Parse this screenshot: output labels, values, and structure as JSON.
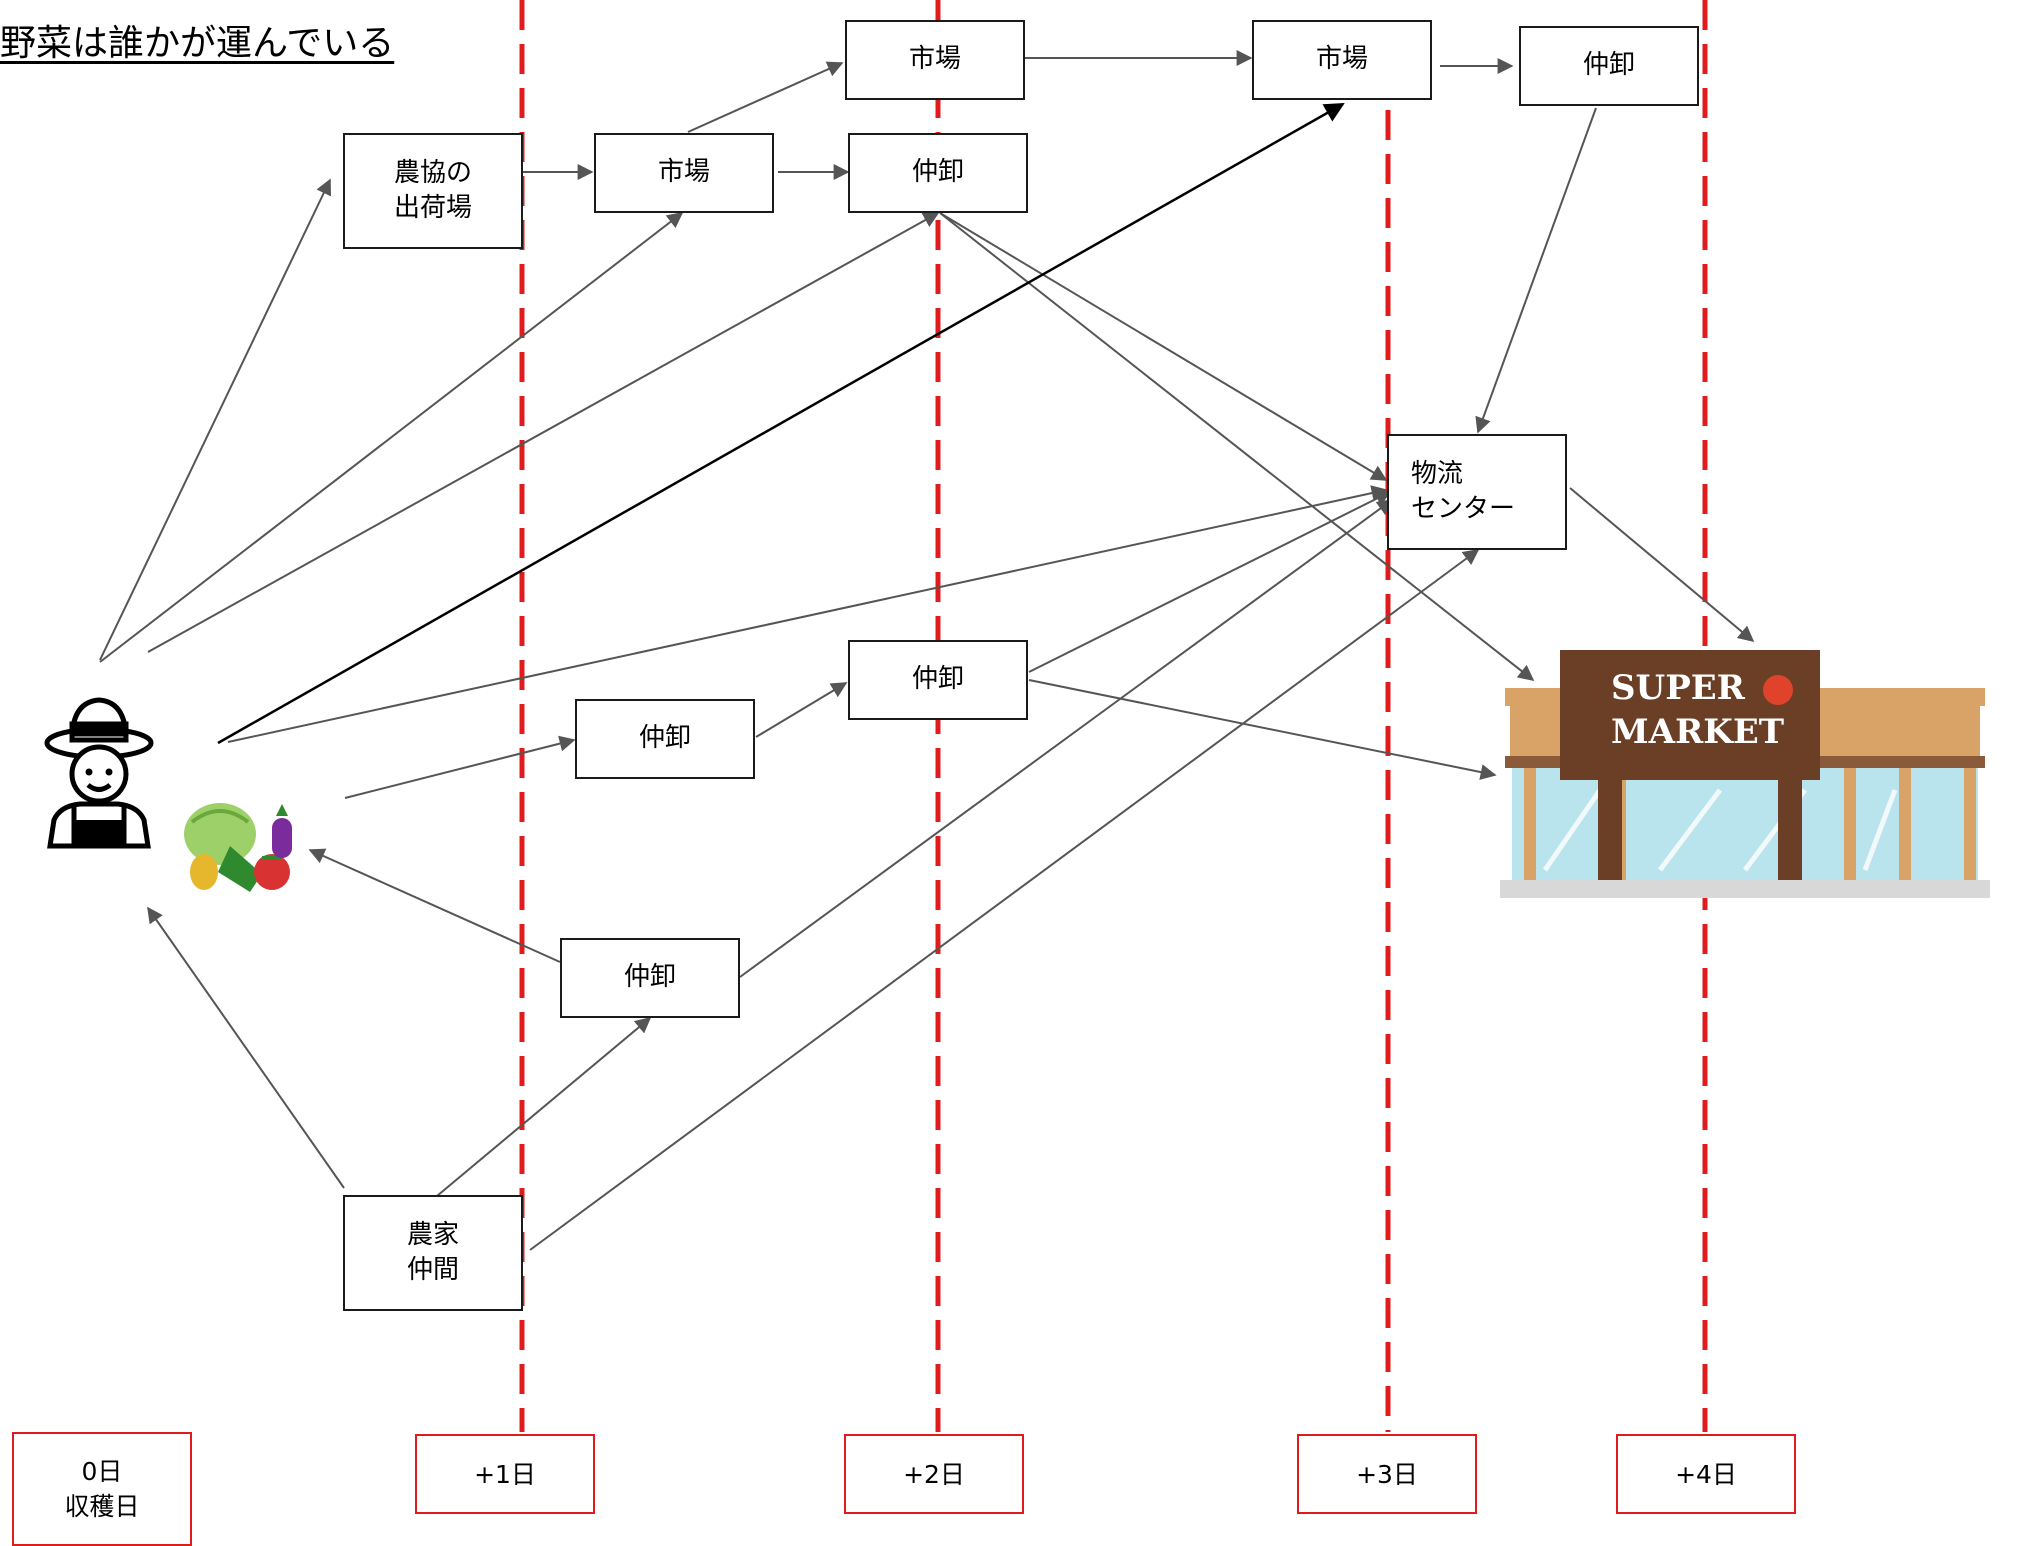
{
  "title": "野菜は誰かが運んでいる",
  "nodes": {
    "market_top_1": "市場",
    "market_top_2": "市場",
    "wholesaler_top": "仲卸",
    "ja_shipping": "農協の\n出荷場",
    "market_row2": "市場",
    "wholesaler_row2": "仲卸",
    "logistics_center": "物流\nセンター",
    "wholesaler_mid_2": "仲卸",
    "wholesaler_mid_1": "仲卸",
    "wholesaler_low": "仲卸",
    "farmer_peers": "農家\n仲間"
  },
  "supermarket": {
    "line1": "SUPER",
    "line2": "MARKET"
  },
  "days": {
    "d0": "0日\n収穫日",
    "d1": "+1日",
    "d2": "+2日",
    "d3": "+3日",
    "d4": "+4日"
  },
  "colors": {
    "day_line": "#e01b1b",
    "arrow": "#555555",
    "store_wall": "#d9a367",
    "store_sign": "#6b3f26"
  },
  "icons": [
    "farmer-icon",
    "vegetables-icon",
    "supermarket-icon"
  ]
}
